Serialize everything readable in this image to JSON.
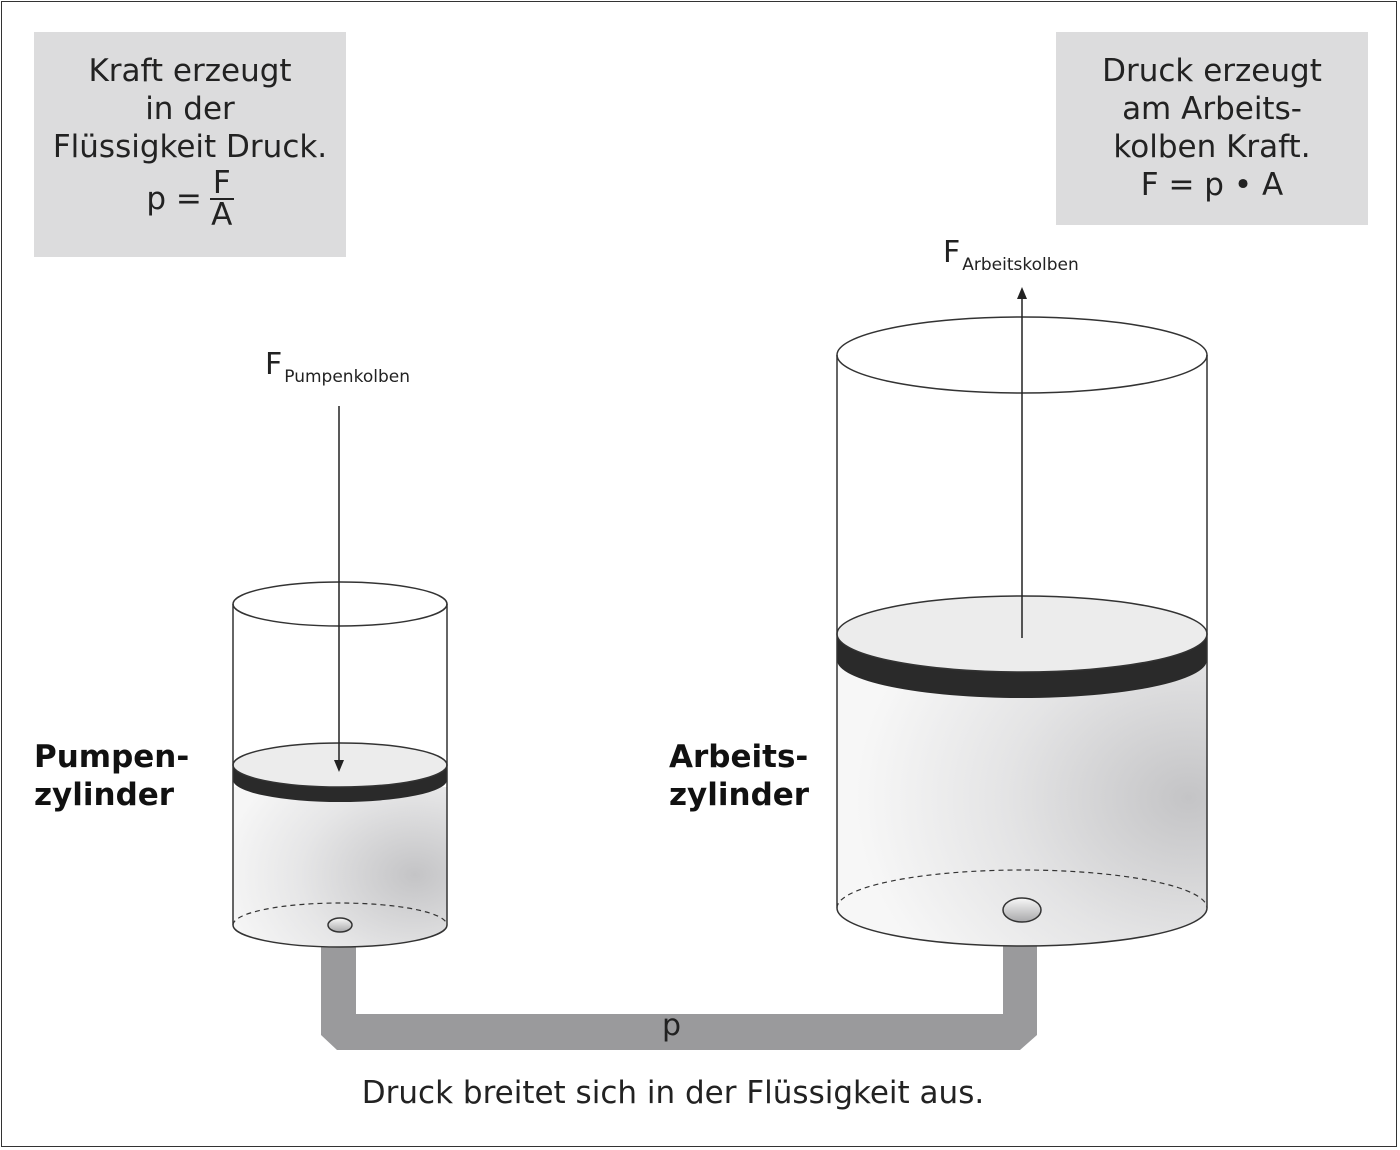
{
  "left_box": {
    "line1": "Kraft erzeugt",
    "line2": "in der",
    "line3": "Flüssigkeit Druck.",
    "formula_lhs": "p =",
    "formula_num": "F",
    "formula_den": "A"
  },
  "right_box": {
    "line1": "Druck erzeugt",
    "line2": "am Arbeits-",
    "line3": "kolben Kraft.",
    "formula": "F = p • A"
  },
  "pump_cylinder": {
    "line1": "Pumpen-",
    "line2": "zylinder"
  },
  "work_cylinder": {
    "line1": "Arbeits-",
    "line2": "zylinder"
  },
  "force_pump": {
    "symbol": "F",
    "subscript": "Pumpenkolben"
  },
  "force_work": {
    "symbol": "F",
    "subscript": "Arbeitskolben"
  },
  "pressure_symbol": "p",
  "caption": "Druck breitet sich in der Flüssigkeit aus.",
  "colors": {
    "box_fill": "#dcdcdd",
    "piston": "#2a2a2a",
    "pipe": "#9a9a9c",
    "fluid_light": "#f2f2f2",
    "fluid_dark": "#c4c4c6"
  }
}
